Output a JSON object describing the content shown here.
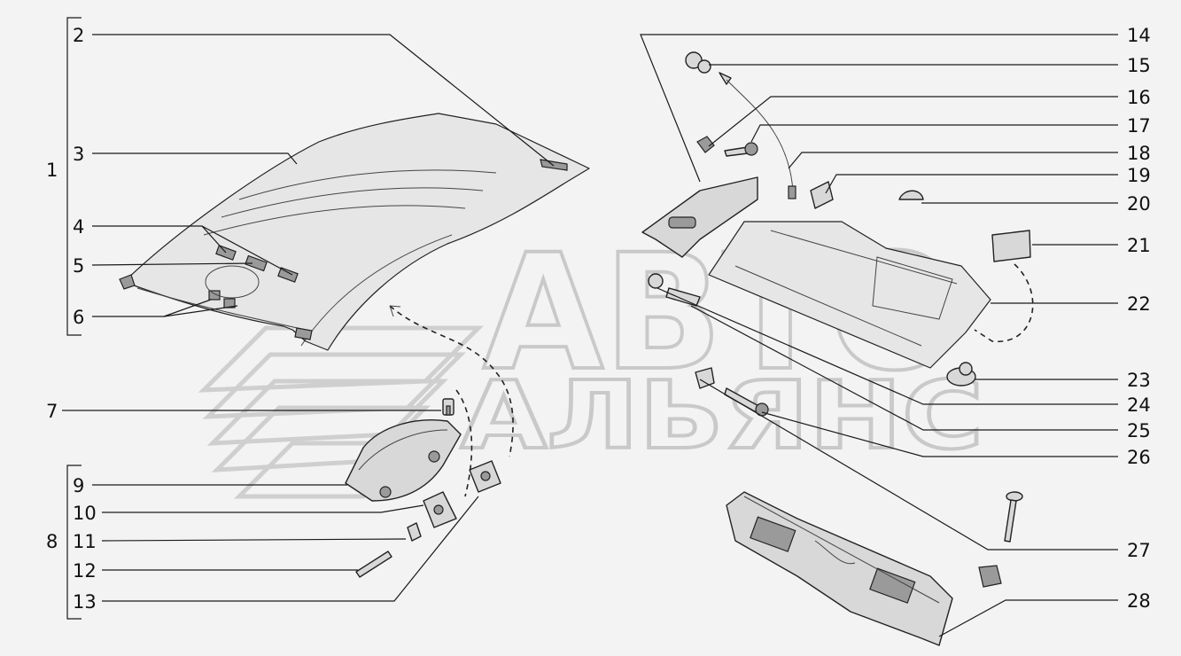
{
  "watermark": {
    "line1": "АВТО",
    "line2": "АЛЬЯНС"
  },
  "callouts": [
    {
      "id": "1",
      "text": "1"
    },
    {
      "id": "2",
      "text": "2"
    },
    {
      "id": "3",
      "text": "3"
    },
    {
      "id": "4",
      "text": "4"
    },
    {
      "id": "5",
      "text": "5"
    },
    {
      "id": "6",
      "text": "6"
    },
    {
      "id": "7",
      "text": "7"
    },
    {
      "id": "8",
      "text": "8"
    },
    {
      "id": "9",
      "text": "9"
    },
    {
      "id": "10",
      "text": "10"
    },
    {
      "id": "11",
      "text": "11"
    },
    {
      "id": "12",
      "text": "12"
    },
    {
      "id": "13",
      "text": "13"
    },
    {
      "id": "14",
      "text": "14"
    },
    {
      "id": "15",
      "text": "15"
    },
    {
      "id": "16",
      "text": "16"
    },
    {
      "id": "17",
      "text": "17"
    },
    {
      "id": "18",
      "text": "18"
    },
    {
      "id": "19",
      "text": "19"
    },
    {
      "id": "20",
      "text": "20"
    },
    {
      "id": "21",
      "text": "21"
    },
    {
      "id": "22",
      "text": "22"
    },
    {
      "id": "23",
      "text": "23"
    },
    {
      "id": "24",
      "text": "24"
    },
    {
      "id": "25",
      "text": "25"
    },
    {
      "id": "26",
      "text": "26"
    },
    {
      "id": "27",
      "text": "27"
    },
    {
      "id": "28",
      "text": "28"
    }
  ]
}
